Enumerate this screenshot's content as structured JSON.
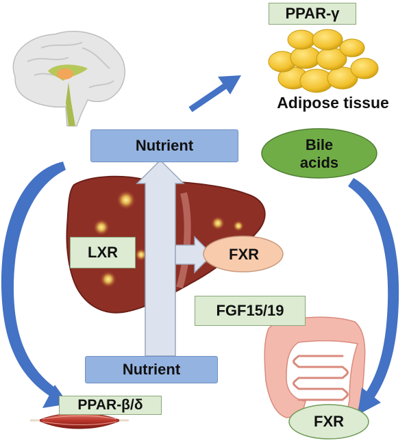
{
  "labels": {
    "ppar_gamma": "PPAR-γ",
    "adipose_tissue": "Adipose tissue",
    "nutrient_top": "Nutrient",
    "bile_acids_line1": "Bile",
    "bile_acids_line2": "acids",
    "lxr": "LXR",
    "fxr_liver": "FXR",
    "fgf": "FGF15/19",
    "nutrient_bottom": "Nutrient",
    "ppar_beta_delta": "PPAR-β/δ",
    "fxr_intestine": "FXR"
  },
  "icons": [
    "brain-icon",
    "adipose-icon",
    "liver-icon",
    "intestine-icon",
    "muscle-icon"
  ],
  "colors": {
    "arrow_blue": "#4472c4",
    "box_blue": "#94b3e0",
    "box_green": "#dcebd2",
    "bile_green": "#70ad47",
    "fxr_peach": "#f8cbad",
    "liver": "#8e2f25",
    "fat_yellow": "#f2c12e"
  }
}
